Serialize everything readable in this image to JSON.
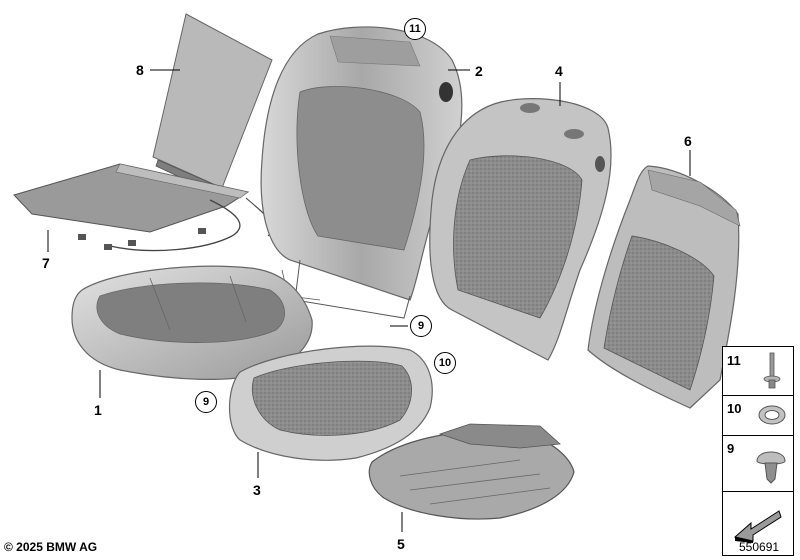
{
  "callouts": {
    "c1": "1",
    "c2": "2",
    "c3": "3",
    "c4": "4",
    "c5": "5",
    "c6": "6",
    "c7": "7",
    "c8": "8",
    "c9a": "9",
    "c9b": "9",
    "c10": "10",
    "c11": "11"
  },
  "legend": {
    "items": [
      {
        "number": "11",
        "icon": "rivet-icon"
      },
      {
        "number": "10",
        "icon": "ring-washer-icon"
      },
      {
        "number": "9",
        "icon": "push-clip-icon"
      }
    ],
    "direction_icon": "direction-arrow-icon"
  },
  "footer": {
    "copyright": "© 2025 BMW AG",
    "diagram_id": "550691"
  },
  "colors": {
    "part_fill": "#c9c9c9",
    "part_dark": "#8f8f8f",
    "part_light": "#e6e6e6",
    "outline": "#555555"
  }
}
